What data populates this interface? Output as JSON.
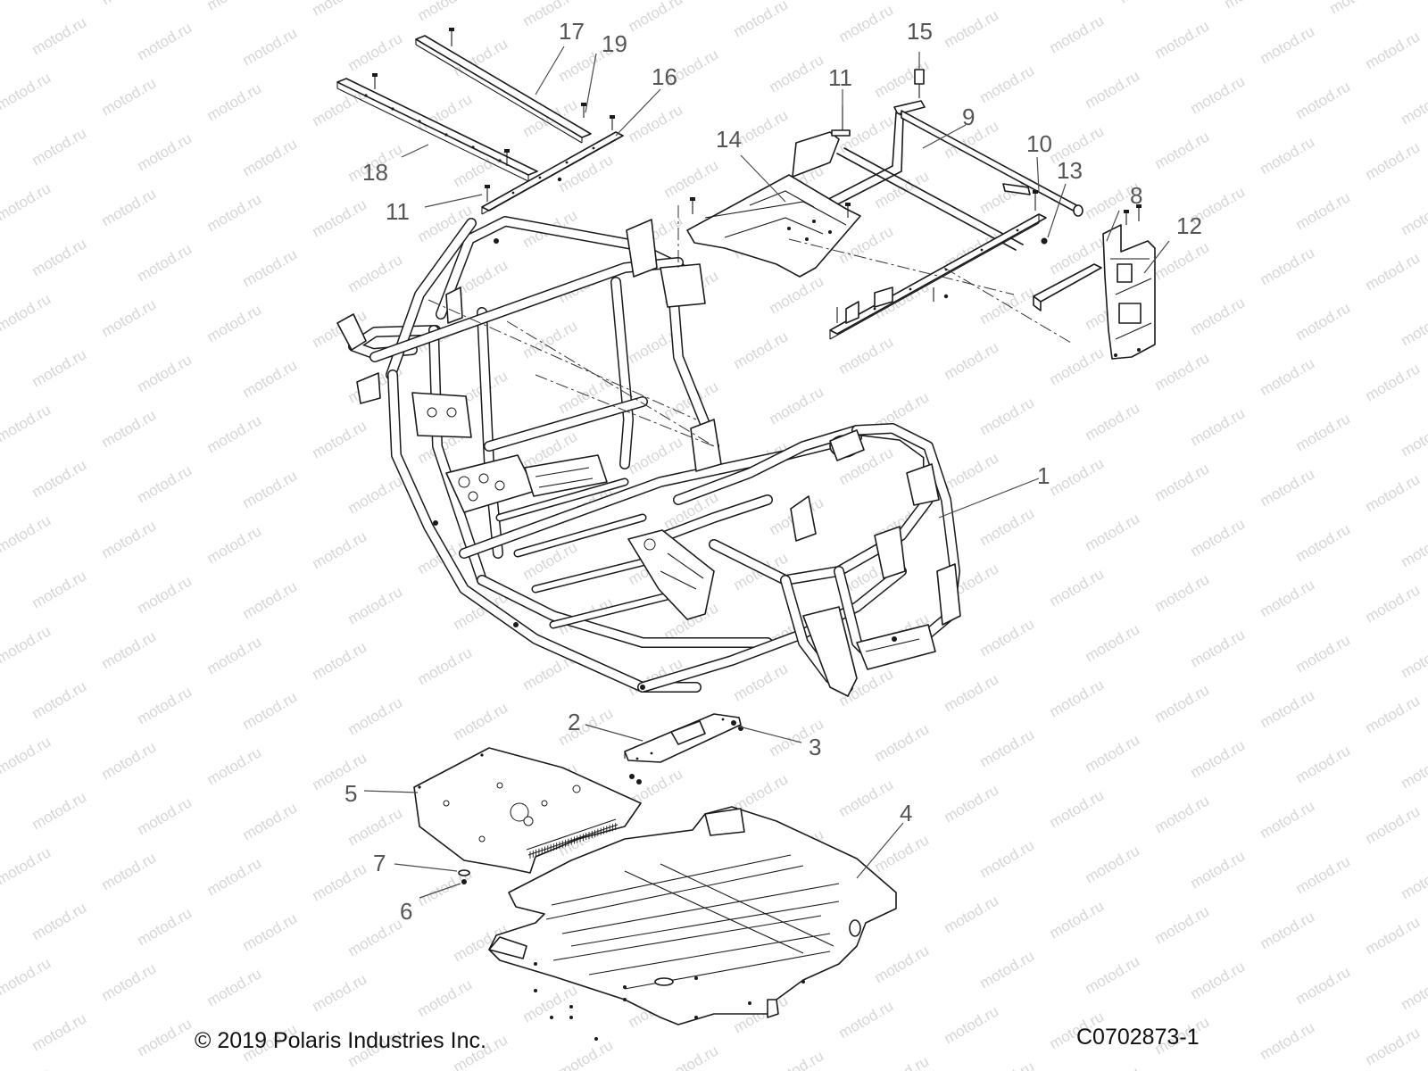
{
  "watermark_text": "motod.ru",
  "callouts": [
    "1",
    "2",
    "3",
    "4",
    "5",
    "6",
    "7",
    "8",
    "9",
    "10",
    "11",
    "11",
    "12",
    "13",
    "14",
    "15",
    "16",
    "17",
    "18",
    "19"
  ],
  "footer": {
    "copyright": "© 2019 Polaris Industries Inc.",
    "diagram_code": "C0702873-1"
  }
}
